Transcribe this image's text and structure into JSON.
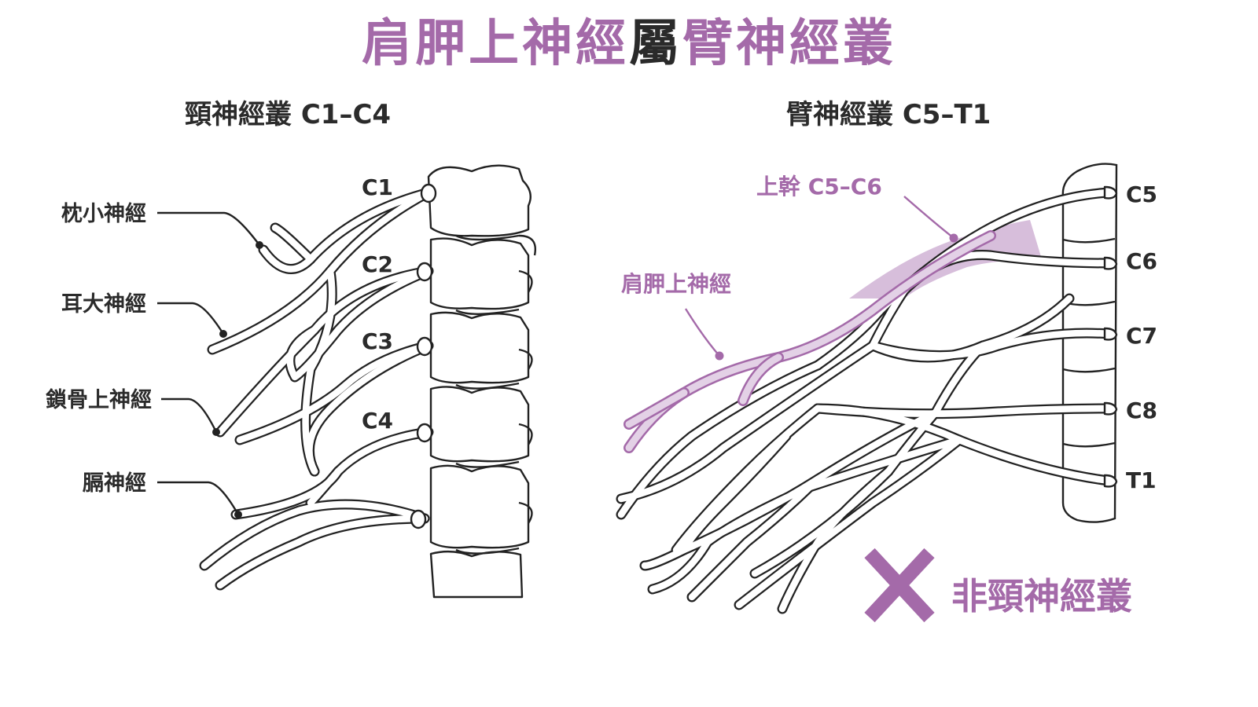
{
  "title": {
    "part1": "肩胛上神經",
    "part2": "屬",
    "part3": "臂神經叢",
    "accent_color": "#a46aa9"
  },
  "left_panel": {
    "title": "頸神經叢 C1–C4",
    "nerve_labels": [
      "枕小神經",
      "耳大神經",
      "鎖骨上神經",
      "膈神經"
    ],
    "level_labels": [
      "C1",
      "C2",
      "C3",
      "C4"
    ]
  },
  "right_panel": {
    "title": "臂神經叢 C5–T1",
    "level_labels": [
      "C5",
      "C6",
      "C7",
      "C8",
      "T1"
    ],
    "upper_trunk_label": "上幹 C5–C6",
    "suprascapular_label": "肩胛上神經",
    "verdict_mark_icon": "cross-mark-icon",
    "verdict_text": "非頸神經叢"
  },
  "colors": {
    "accent": "#a46aa9",
    "highlight_fill": "#d7bedb",
    "line": "#222222"
  }
}
